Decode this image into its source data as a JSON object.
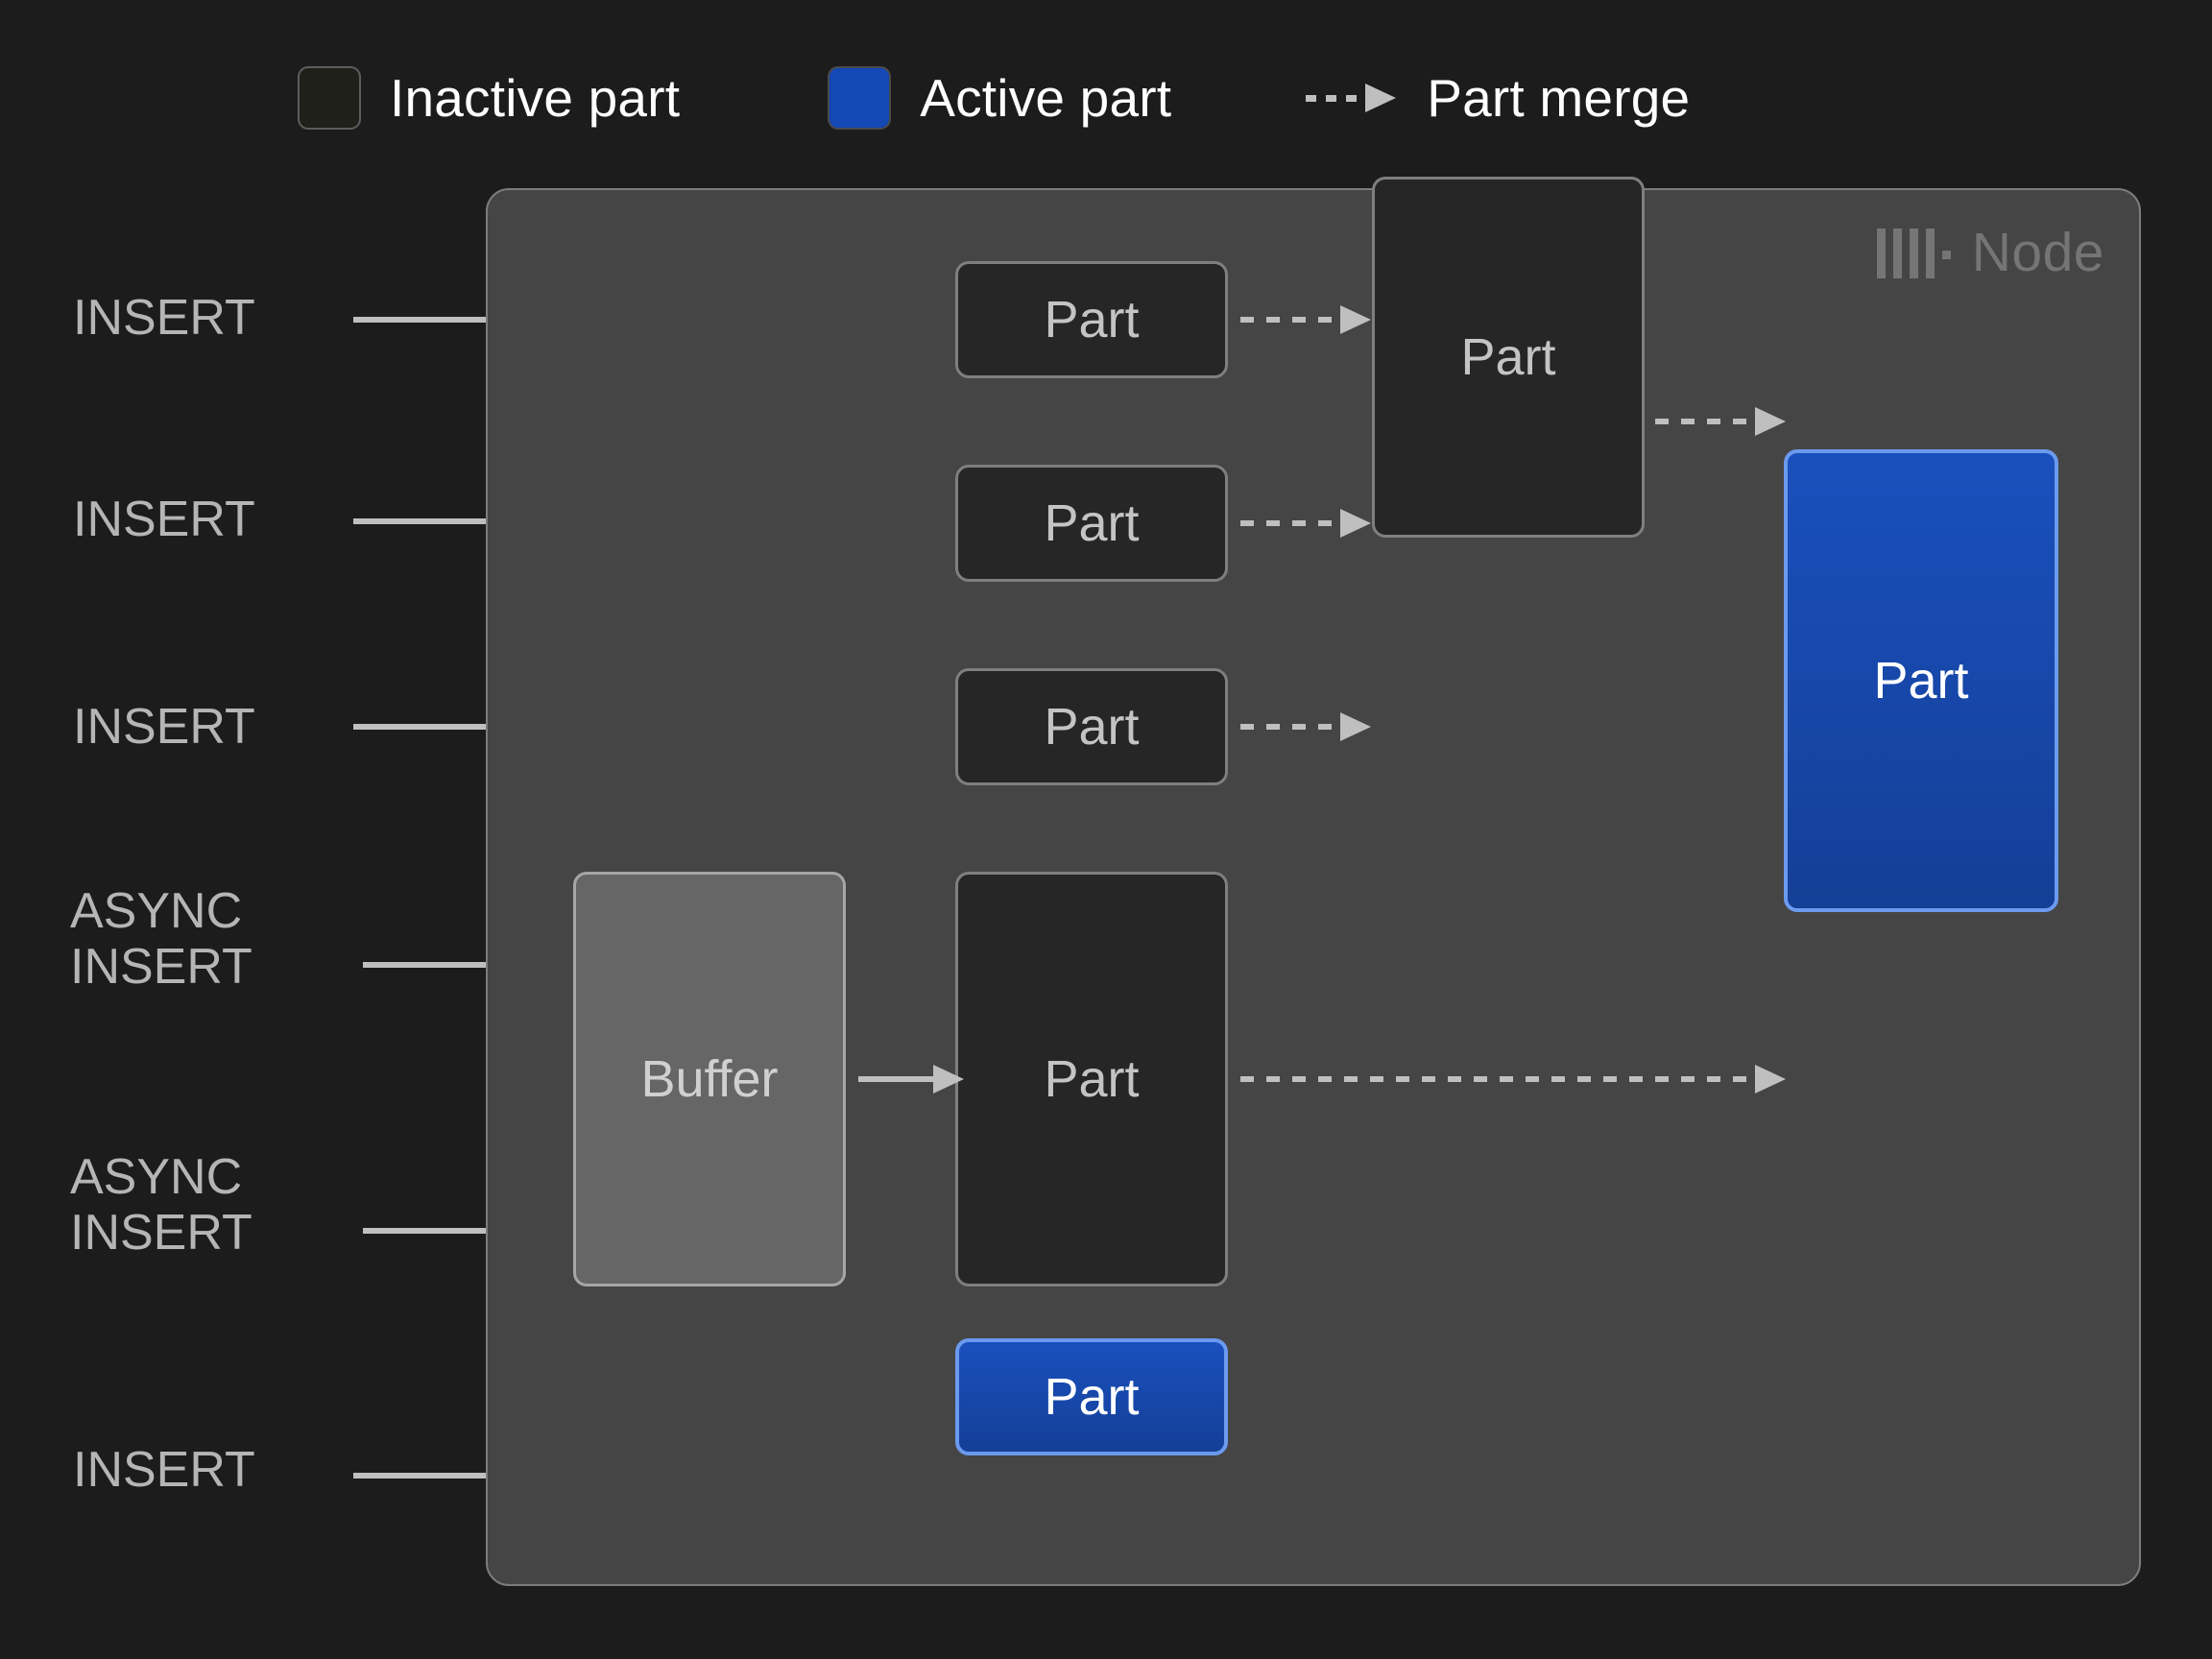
{
  "legend": {
    "items": [
      {
        "icon": "inactive-part-swatch",
        "label": "Inactive part",
        "color": "#1e2019"
      },
      {
        "icon": "active-part-swatch",
        "label": "Active part",
        "color": "#1348b5"
      },
      {
        "icon": "part-merge-arrow",
        "label": "Part merge",
        "color": "#bfbfbf"
      }
    ]
  },
  "node": {
    "label": "Node",
    "logo_icon": "clickhouse-logo-icon",
    "background": "#454545",
    "border": "#7c7c7c"
  },
  "sources": [
    {
      "id": "insert-1",
      "text": "INSERT"
    },
    {
      "id": "insert-2",
      "text": "INSERT"
    },
    {
      "id": "insert-3",
      "text": "INSERT"
    },
    {
      "id": "async-insert-1",
      "text": "ASYNC\nINSERT"
    },
    {
      "id": "async-insert-2",
      "text": "ASYNC\nINSERT"
    },
    {
      "id": "insert-4",
      "text": "INSERT"
    }
  ],
  "boxes": {
    "part_inactive_1": "Part",
    "part_inactive_2": "Part",
    "part_inactive_3": "Part",
    "part_merged": "Part",
    "buffer": "Buffer",
    "part_from_buffer": "Part",
    "part_active_big": "Part",
    "part_active_new": "Part"
  },
  "colors": {
    "canvas": "#1c1c1c",
    "active_fill": "#1546ae",
    "active_border": "#6b9aee",
    "inactive_fill": "#262626",
    "inactive_border": "#7f7f7f",
    "buffer_fill": "#666666",
    "buffer_border": "#a6a6a6",
    "arrow": "#bfbfbf",
    "text": "#b5b5b5"
  }
}
